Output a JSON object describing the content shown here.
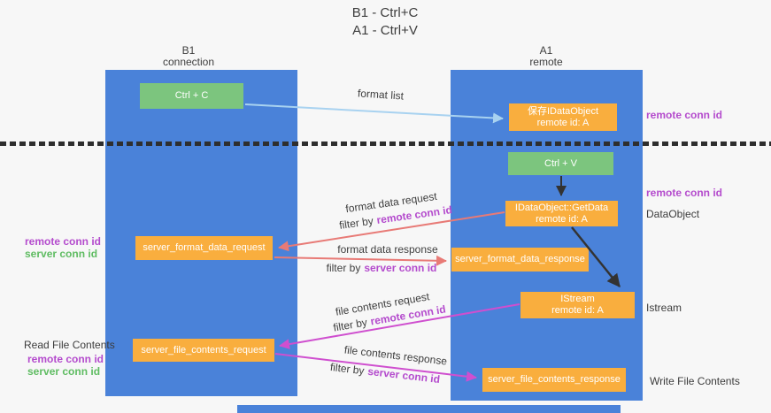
{
  "title": {
    "line1": "B1 - Ctrl+C",
    "line2": "A1 - Ctrl+V"
  },
  "columns": {
    "left": {
      "header_line1": "B1",
      "header_line2": "connection"
    },
    "right": {
      "header_line1": "A1",
      "header_line2": "remote"
    }
  },
  "nodes": {
    "ctrl_c": "Ctrl + C",
    "ctrl_v": "Ctrl + V",
    "save_dataobject": {
      "line1": "保存IDataObject",
      "line2": "remote id: A"
    },
    "getdata": {
      "line1": "IDataObject::GetData",
      "line2": "remote id: A"
    },
    "istream": {
      "line1": "IStream",
      "line2": "remote id: A"
    },
    "server_format_data_request": "server_format_data_request",
    "server_format_data_response": "server_format_data_response",
    "server_file_contents_request": "server_file_contents_request",
    "server_file_contents_response": "server_file_contents_response"
  },
  "flows": {
    "format_list": {
      "label": "format list"
    },
    "format_data_request": {
      "label": "format data request",
      "filter_prefix": "filter by",
      "filter_value": "remote conn id"
    },
    "format_data_response": {
      "label": "format data response",
      "filter_prefix": "filter by",
      "filter_value": "server conn id"
    },
    "file_contents_request": {
      "label": "file contents request",
      "filter_prefix": "filter by",
      "filter_value": "remote conn id"
    },
    "file_contents_response": {
      "label": "file contents response",
      "filter_prefix": "filter by",
      "filter_value": "server conn id"
    }
  },
  "side_labels": {
    "remote_conn_id_top_right": "remote conn id",
    "remote_conn_id_mid_right": "remote conn id",
    "data_object": "DataObject",
    "istream": "Istream",
    "write_file_contents": "Write File Contents",
    "remote_conn_id_left_1": "remote conn id",
    "server_conn_id_left_1": "server conn id",
    "read_file_contents": "Read File Contents",
    "remote_conn_id_left_2": "remote conn id",
    "server_conn_id_left_2": "server conn id"
  },
  "colors": {
    "lane_blue": "#4a82d9",
    "node_green": "#7cc57e",
    "node_orange": "#f9ae3e",
    "label_purple": "#b44bcd",
    "label_green": "#5fbc62",
    "arrow_red": "#e87a76",
    "arrow_magenta": "#cf4fcf",
    "arrow_light_blue": "#a8d2f0",
    "arrow_black": "#333333",
    "text_dark": "#3d3d3d"
  }
}
